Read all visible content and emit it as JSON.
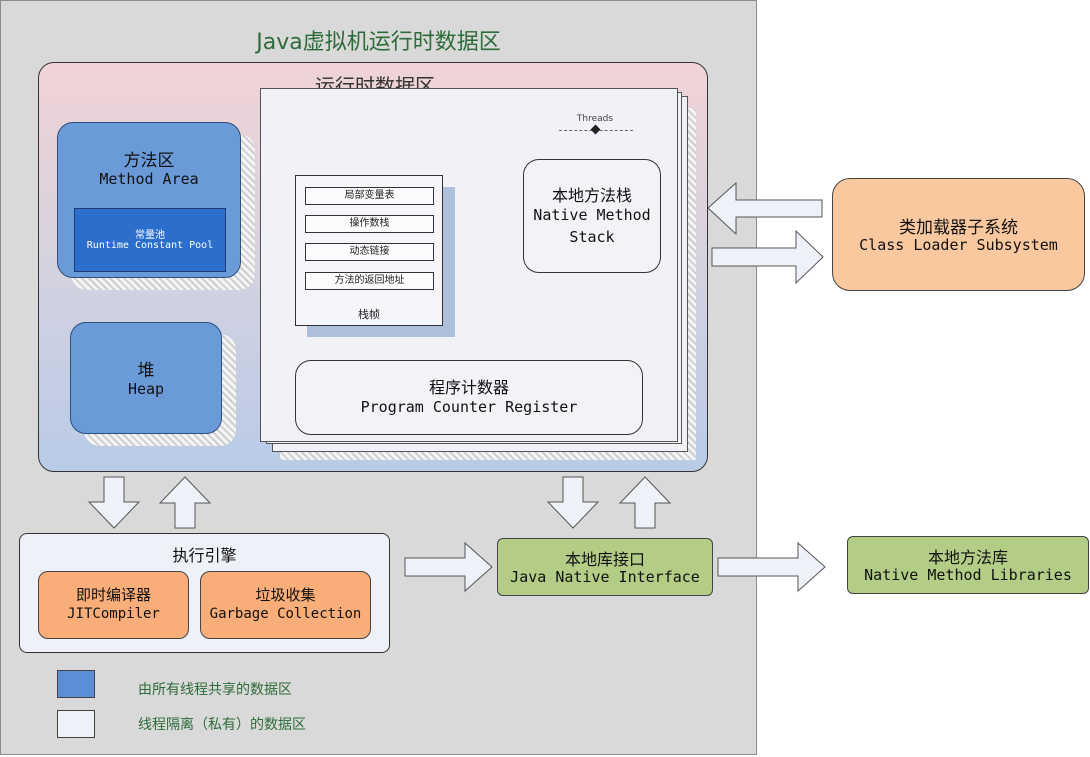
{
  "jvm": {
    "title": "Java虚拟机运行时数据区"
  },
  "runtime_data_area": {
    "title": "运行时数据区"
  },
  "method_area": {
    "name_zh": "方法区",
    "name_en": "Method Area",
    "constant_pool": {
      "name_zh": "常量池",
      "name_en": "Runtime Constant Pool"
    }
  },
  "heap": {
    "name_zh": "堆",
    "name_en": "Heap"
  },
  "threads": {
    "label": "Threads"
  },
  "stack_frame": {
    "label": "栈帧",
    "items": [
      "局部变量表",
      "操作数栈",
      "动态链接",
      "方法的返回地址"
    ]
  },
  "native_method_stack": {
    "name_zh": "本地方法栈",
    "name_en_line1": "Native Method",
    "name_en_line2": "Stack"
  },
  "program_counter": {
    "name_zh": "程序计数器",
    "name_en": "Program Counter Register"
  },
  "execution_engine": {
    "title": "执行引擎",
    "jit": {
      "name_zh": "即时编译器",
      "name_en": "JITCompiler"
    },
    "gc": {
      "name_zh": "垃圾收集",
      "name_en": "Garbage Collection"
    }
  },
  "jni": {
    "name_zh": "本地库接口",
    "name_en": "Java Native Interface"
  },
  "native_libraries": {
    "name_zh": "本地方法库",
    "name_en": "Native Method Libraries"
  },
  "class_loader": {
    "name_zh": "类加载器子系统",
    "name_en": "Class Loader Subsystem"
  },
  "legend": {
    "shared": {
      "text": "由所有线程共享的数据区",
      "color": "#5a8fd6"
    },
    "private": {
      "text": "线程隔离（私有）的数据区",
      "color": "#eff1f8"
    }
  },
  "colors": {
    "shared_area": "#6a9ad8",
    "constant_pool": "#2b6ecc",
    "engine_parts": "#f9ad78",
    "native_interface": "#b3cc86",
    "class_loader": "#f9c89e",
    "arrow_fill": "#eef2f8"
  }
}
